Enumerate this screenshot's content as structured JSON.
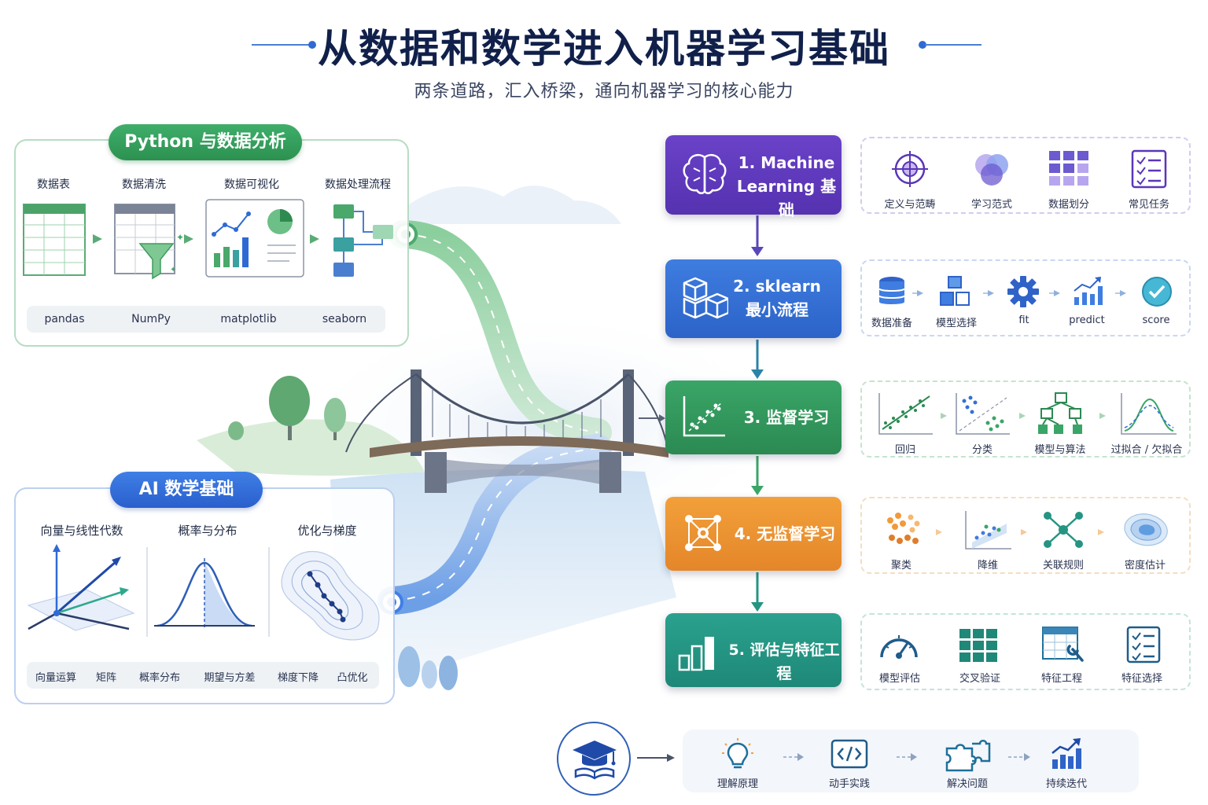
{
  "header": {
    "title": "从数据和数学进入机器学习基础",
    "subtitle": "两条道路，汇入桥梁，通向机器学习的核心能力"
  },
  "python_panel": {
    "title": "Python 与数据分析",
    "sections": [
      "数据表",
      "数据清洗",
      "数据可视化",
      "数据处理流程"
    ],
    "libraries": [
      "pandas",
      "NumPy",
      "matplotlib",
      "seaborn"
    ]
  },
  "ai_panel": {
    "title": "AI 数学基础",
    "sections": [
      "向量与线性代数",
      "概率与分布",
      "优化与梯度"
    ],
    "topics": [
      "向量运算",
      "矩阵",
      "概率分布",
      "期望与方差",
      "梯度下降",
      "凸优化"
    ]
  },
  "steps": [
    {
      "line1": "1. Machine",
      "line2": "Learning 基础",
      "color": "#5a36b8",
      "items": [
        "定义与范畴",
        "学习范式",
        "数据划分",
        "常见任务"
      ]
    },
    {
      "line1": "2. sklearn",
      "line2": "最小流程",
      "color": "#3470d4",
      "items": [
        "数据准备",
        "模型选择",
        "fit",
        "predict",
        "score"
      ]
    },
    {
      "line1": "3. 监督学习",
      "line2": "",
      "color": "#32985c",
      "items": [
        "回归",
        "分类",
        "模型与算法",
        "过拟合 / 欠拟合"
      ]
    },
    {
      "line1": "4. 无监督学习",
      "line2": "",
      "color": "#ec9432",
      "items": [
        "聚类",
        "降维",
        "关联规则",
        "密度估计"
      ]
    },
    {
      "line1": "5. 评估与特征工程",
      "line2": "",
      "color": "#259483",
      "items": [
        "模型评估",
        "交叉验证",
        "特征工程",
        "特征选择"
      ]
    }
  ],
  "bottom": {
    "items": [
      "理解原理",
      "动手实践",
      "解决问题",
      "持续迭代"
    ]
  }
}
